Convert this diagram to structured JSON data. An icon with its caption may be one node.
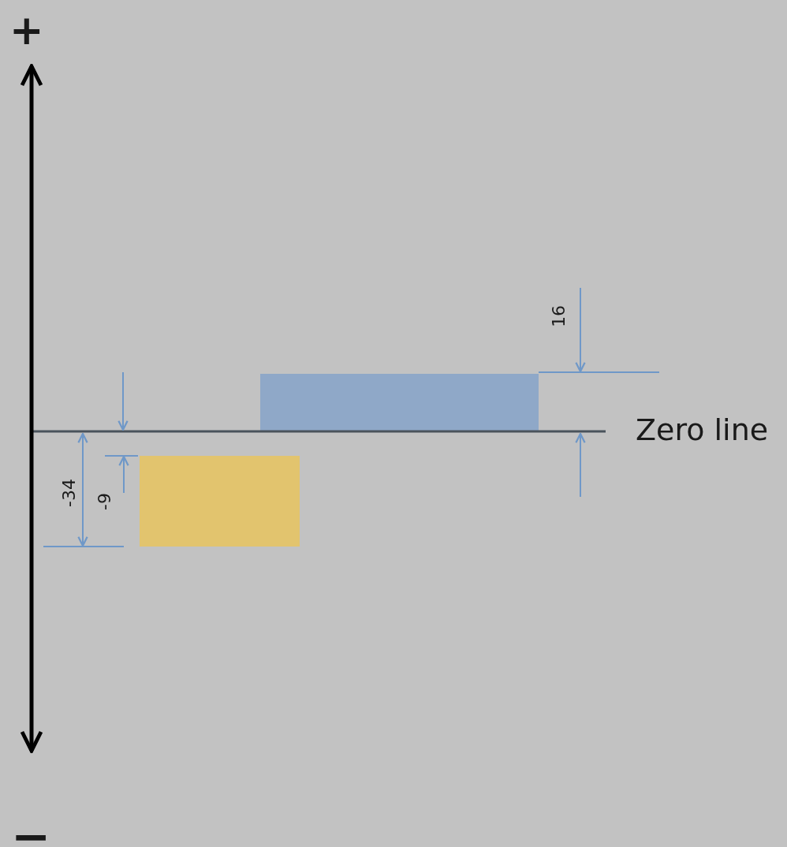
{
  "diagram": {
    "nodes": [
      {
        "text": [],
        "shape": "bar"
      },
      {
        "text": [],
        "shape": "bar"
      }
    ],
    "labels": [
      "+",
      "16",
      "Zero line",
      "-34",
      "-9",
      "−"
    ]
  }
}
